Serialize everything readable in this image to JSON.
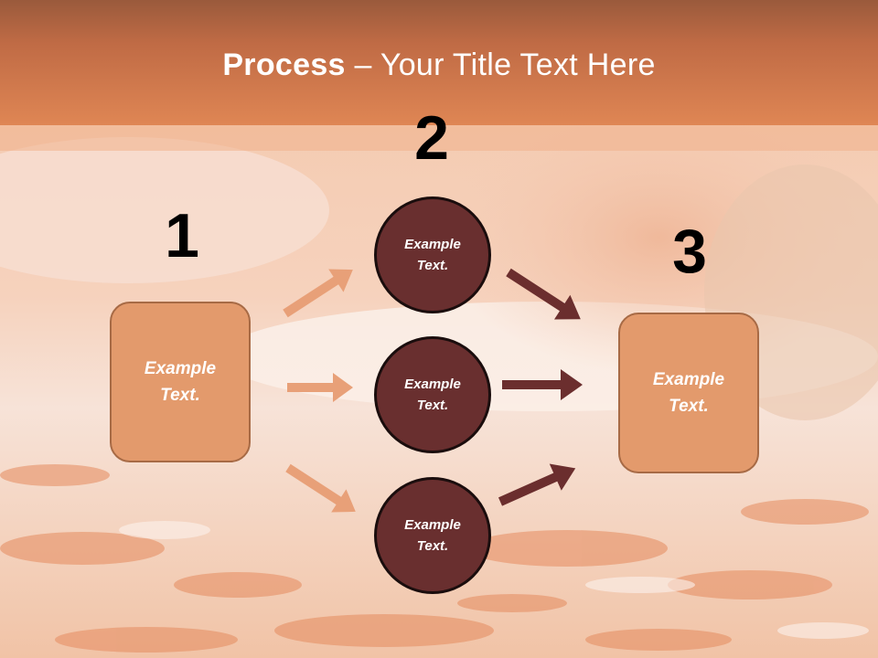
{
  "title": {
    "bold": "Process",
    "rest": " – Your Title Text Here"
  },
  "steps": {
    "n1": "1",
    "n2": "2",
    "n3": "3"
  },
  "left_box": "Example Text.",
  "circles": [
    "Example Text.",
    "Example Text.",
    "Example Text."
  ],
  "right_box": "Example Text.",
  "colors": {
    "title_bar": "#d9855a",
    "box_fill": "#e39a6c",
    "circle_fill": "#692f2f",
    "arrow_light": "#e8a078",
    "arrow_dark": "#6b2e2e"
  }
}
